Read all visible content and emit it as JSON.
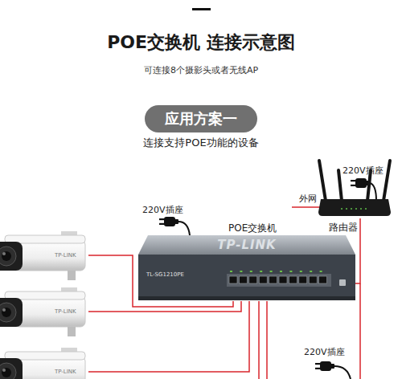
{
  "diagram": {
    "title": "POE交换机 连接示意图",
    "nodes": [
      {
        "text": [
          "应用方案一"
        ]
      },
      {
        "text": [
          "TP-LINK"
        ]
      },
      {
        "text": [
          "TP-LINK"
        ]
      },
      {
        "text": [
          "TP-LINK"
        ]
      },
      {
        "text": [
          "POE交换机",
          "TP-LINK",
          "TL-SG1210PE"
        ]
      },
      {
        "text": [
          "路由器"
        ]
      }
    ],
    "edges": [
      {
        "from": 1,
        "to": 4,
        "arrow": "none"
      },
      {
        "from": 2,
        "to": 4,
        "arrow": "none"
      },
      {
        "from": 3,
        "to": 4,
        "arrow": "none"
      },
      {
        "from": 4,
        "to": 5,
        "arrow": "none"
      }
    ],
    "labels": [
      "可连接8个摄影头或者无线AP",
      "连接支持POE功能的设备",
      "220V插座",
      "外网",
      "220V插座",
      "220V插座"
    ]
  }
}
